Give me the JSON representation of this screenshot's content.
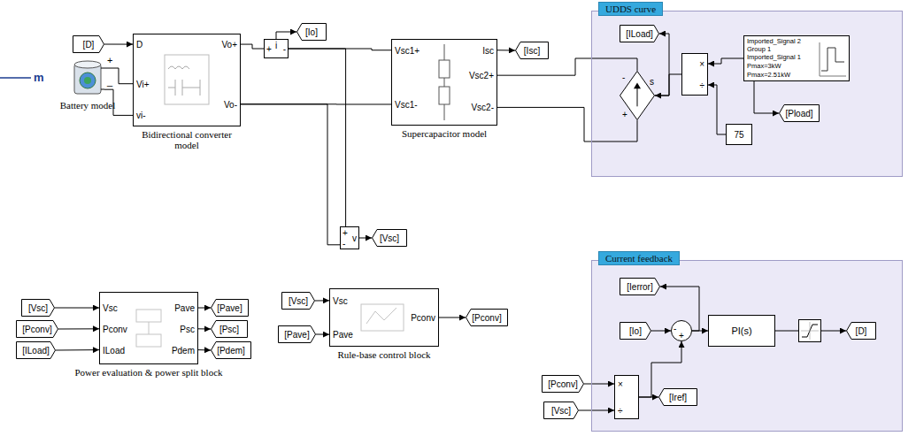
{
  "diagram": {
    "nodes": [
      {
        "text": [
          "[D]"
        ]
      },
      {
        "text": [
          "Battery model"
        ]
      },
      {
        "text": [
          "D",
          "Vi+",
          "vi-",
          "Vo+",
          "Vo-",
          "Bidirectional converter model"
        ]
      },
      {
        "text": [
          "+",
          "i",
          "-"
        ]
      },
      {
        "text": [
          "[Io]"
        ]
      },
      {
        "text": [
          "Vsc1+",
          "Vsc1-",
          "Isc",
          "Vsc2+",
          "Vsc2-",
          "Supercapacitor model"
        ]
      },
      {
        "text": [
          "[Isc]"
        ]
      },
      {
        "text": [
          "+",
          "v",
          "-"
        ]
      },
      {
        "text": [
          "[Vsc]"
        ]
      },
      {
        "text": [
          "UDDS curve"
        ]
      },
      {
        "text": [
          "[ILoad]"
        ],
        "in": 9
      },
      {
        "text": [
          "-",
          "s",
          "+"
        ],
        "in": 9
      },
      {
        "text": [
          "×",
          "÷"
        ],
        "in": 9
      },
      {
        "text": [
          "Imported_Signal 2",
          "Group 1",
          "Imported_Signal 1",
          "Pmax=3kW",
          "Pmax=2.51kW"
        ],
        "in": 9
      },
      {
        "text": [
          "[Pload]"
        ],
        "in": 9
      },
      {
        "text": [
          "75"
        ],
        "in": 9
      },
      {
        "text": [
          "[Vsc]"
        ]
      },
      {
        "text": [
          "[Pconv]"
        ]
      },
      {
        "text": [
          "[ILoad]"
        ]
      },
      {
        "text": [
          "Vsc",
          "Pconv",
          "ILoad",
          "Pave",
          "Psc",
          "Pdem",
          "Power evaluation & power split block"
        ]
      },
      {
        "text": [
          "[Pave]"
        ]
      },
      {
        "text": [
          "[Psc]"
        ]
      },
      {
        "text": [
          "[Pdem]"
        ]
      },
      {
        "text": [
          "[Vsc]"
        ]
      },
      {
        "text": [
          "[Pave]"
        ]
      },
      {
        "text": [
          "Vsc",
          "Pave",
          "Pconv",
          "Rule-base control block"
        ]
      },
      {
        "text": [
          "[Pconv]"
        ]
      },
      {
        "text": [
          "Current feedback"
        ]
      },
      {
        "text": [
          "[Ierror]"
        ],
        "in": 27
      },
      {
        "text": [
          "[Io]"
        ],
        "in": 27
      },
      {
        "text": [
          "-",
          "+"
        ],
        "in": 27
      },
      {
        "text": [
          "PI(s)"
        ],
        "in": 27
      },
      {
        "text": [
          "[D]"
        ],
        "in": 27
      },
      {
        "text": [
          "[Pconv]"
        ]
      },
      {
        "text": [
          "[Vsc]"
        ]
      },
      {
        "text": [
          "×",
          "÷"
        ],
        "in": 27
      },
      {
        "text": [
          "[Iref]"
        ],
        "in": 27
      }
    ],
    "edges": [
      {
        "from": 0,
        "to": 2,
        "arrow": "to"
      },
      {
        "from": 1,
        "to": 2,
        "arrow": "none"
      },
      {
        "from": 1,
        "to": 2,
        "arrow": "none"
      },
      {
        "from": 2,
        "to": 3,
        "arrow": "none"
      },
      {
        "from": 3,
        "to": 4,
        "arrow": "to"
      },
      {
        "from": 3,
        "to": 5,
        "arrow": "none"
      },
      {
        "from": 2,
        "to": 5,
        "arrow": "none"
      },
      {
        "from": 3,
        "to": 7,
        "arrow": "none"
      },
      {
        "from": 2,
        "to": 7,
        "arrow": "none"
      },
      {
        "from": 7,
        "to": 8,
        "arrow": "to"
      },
      {
        "from": 5,
        "to": 6,
        "arrow": "to"
      },
      {
        "from": 5,
        "to": 11,
        "arrow": "none"
      },
      {
        "from": 5,
        "to": 11,
        "arrow": "none"
      },
      {
        "from": 11,
        "to": 10,
        "arrow": "to"
      },
      {
        "from": 12,
        "to": 11,
        "arrow": "to"
      },
      {
        "from": 13,
        "to": 12,
        "arrow": "to"
      },
      {
        "from": 13,
        "to": 14,
        "arrow": "to"
      },
      {
        "from": 15,
        "to": 12,
        "arrow": "to"
      },
      {
        "from": 16,
        "to": 19,
        "arrow": "to"
      },
      {
        "from": 17,
        "to": 19,
        "arrow": "to"
      },
      {
        "from": 18,
        "to": 19,
        "arrow": "to"
      },
      {
        "from": 19,
        "to": 20,
        "arrow": "to"
      },
      {
        "from": 19,
        "to": 21,
        "arrow": "to"
      },
      {
        "from": 19,
        "to": 22,
        "arrow": "to"
      },
      {
        "from": 23,
        "to": 25,
        "arrow": "to"
      },
      {
        "from": 24,
        "to": 25,
        "arrow": "to"
      },
      {
        "from": 25,
        "to": 26,
        "arrow": "to"
      },
      {
        "from": 29,
        "to": 30,
        "arrow": "to"
      },
      {
        "from": 30,
        "to": 31,
        "arrow": "to"
      },
      {
        "from": 30,
        "to": 28,
        "arrow": "to"
      },
      {
        "from": 31,
        "to": 32,
        "arrow": "to"
      },
      {
        "from": 33,
        "to": 35,
        "arrow": "to"
      },
      {
        "from": 34,
        "to": 35,
        "arrow": "to"
      },
      {
        "from": 35,
        "to": 36,
        "arrow": "to"
      },
      {
        "from": 35,
        "to": 30,
        "arrow": "to"
      }
    ],
    "labels": [
      "m",
      "+",
      "_"
    ]
  }
}
